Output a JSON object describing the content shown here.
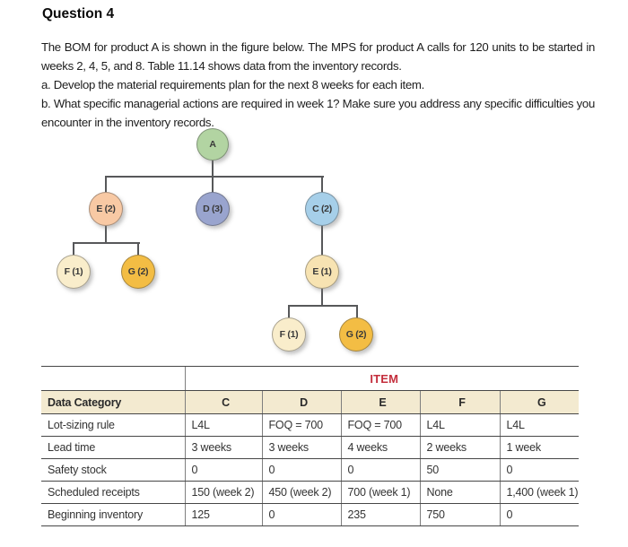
{
  "title": "Question 4",
  "intro": {
    "p1": "The BOM for product A is shown in the figure below. The MPS for product A calls for 120 units to be started in weeks 2, 4, 5, and 8. Table 11.14 shows data from the inventory records.",
    "item_a": "a. Develop the material requirements plan for the next 8 weeks for each item.",
    "item_b": "b. What specific managerial actions are required in week 1? Make sure you address any specific difficulties you encounter in the inventory records."
  },
  "bom": {
    "nodes": [
      {
        "id": "A",
        "label": "A",
        "color": "#b2d4a2"
      },
      {
        "id": "E2",
        "label": "E (2)",
        "color": "#f8c9a4"
      },
      {
        "id": "D3",
        "label": "D (3)",
        "color": "#99a4ce"
      },
      {
        "id": "C2",
        "label": "C (2)",
        "color": "#a6cfe9"
      },
      {
        "id": "F1-left",
        "label": "F (1)",
        "color": "#f9edcb"
      },
      {
        "id": "G2-left",
        "label": "G (2)",
        "color": "#f3bd44"
      },
      {
        "id": "E1",
        "label": "E (1)",
        "color": "#f7e3b2"
      },
      {
        "id": "F1-right",
        "label": "F (1)",
        "color": "#f9edcb"
      },
      {
        "id": "G2-right",
        "label": "G (2)",
        "color": "#f3bd44"
      }
    ],
    "line_color": "#57585a"
  },
  "table": {
    "item_header": "ITEM",
    "item_header_color": "#c42f3d",
    "header_bg": "#f3ead0",
    "columns": [
      "Data Category",
      "C",
      "D",
      "E",
      "F",
      "G"
    ],
    "rows": [
      {
        "cells": [
          "Lot-sizing rule",
          "L4L",
          "FOQ = 700",
          "FOQ = 700",
          "L4L",
          "L4L"
        ]
      },
      {
        "cells": [
          "Lead time",
          "3 weeks",
          "3 weeks",
          "4 weeks",
          "2 weeks",
          "1 week"
        ]
      },
      {
        "cells": [
          "Safety stock",
          "0",
          "0",
          "0",
          "50",
          "0"
        ]
      },
      {
        "cells": [
          "Scheduled receipts",
          "150 (week 2)",
          "450 (week 2)",
          "700 (week 1)",
          "None",
          "1,400 (week 1)"
        ]
      },
      {
        "cells": [
          "Beginning inventory",
          "125",
          "0",
          "235",
          "750",
          "0"
        ]
      }
    ]
  }
}
